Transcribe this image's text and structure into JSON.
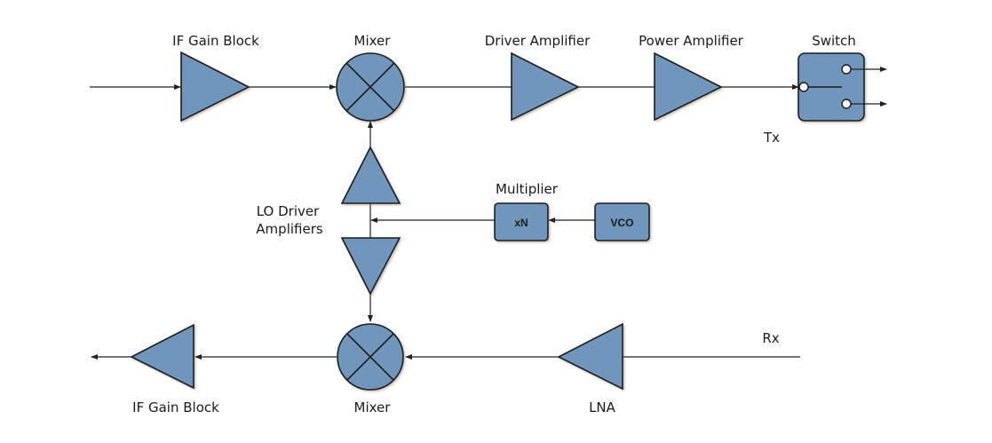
{
  "diagram": {
    "title": "RF transceiver block diagram",
    "colors": {
      "block_fill": "#7096bb",
      "line": "#222222",
      "text": "#1a1a1a",
      "background": "#ffffff"
    },
    "tx_chain": {
      "if_gain_block": {
        "label": "IF Gain Block"
      },
      "mixer": {
        "label": "Mixer"
      },
      "driver_amplifier": {
        "label": "Driver Amplifier"
      },
      "power_amplifier": {
        "label": "Power Amplifier"
      },
      "switch": {
        "label": "Switch"
      },
      "tx_label": "Tx"
    },
    "lo_chain": {
      "lo_driver_label_line1": "LO Driver",
      "lo_driver_label_line2": "Amplifiers",
      "multiplier": {
        "label": "Multiplier",
        "box_text": "xN"
      },
      "vco": {
        "box_text": "VCO"
      }
    },
    "rx_chain": {
      "if_gain_block": {
        "label": "IF Gain Block"
      },
      "mixer": {
        "label": "Mixer"
      },
      "lna": {
        "label": "LNA"
      },
      "rx_label": "Rx"
    }
  }
}
